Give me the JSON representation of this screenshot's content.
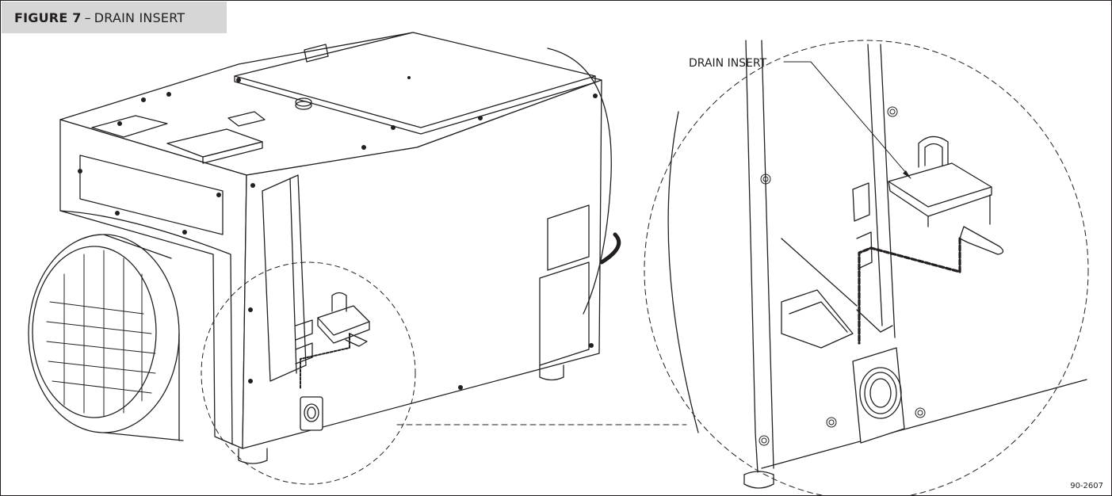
{
  "figure": {
    "label": "FIGURE 7",
    "separator": "–",
    "caption": "DRAIN INSERT"
  },
  "callout": {
    "text": "DRAIN INSERT"
  },
  "part_number": "90-2607",
  "colors": {
    "line": "#231f20",
    "title_bg": "#d6d6d6",
    "background": "#ffffff"
  }
}
